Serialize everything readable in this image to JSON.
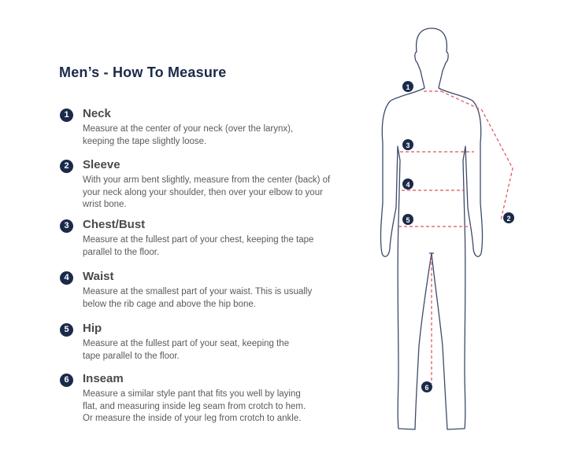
{
  "title": "Men’s - How To Measure",
  "items": [
    {
      "num": "1",
      "heading": "Neck",
      "description": "Measure at the center of your neck (over the larynx),\nkeeping the tape slightly loose."
    },
    {
      "num": "2",
      "heading": "Sleeve",
      "description": "With your arm bent slightly, measure from the center (back) of\nyour neck along your shoulder, then over your elbow to your\nwrist bone."
    },
    {
      "num": "3",
      "heading": "Chest/Bust",
      "description": "Measure at the fullest part of your chest, keeping the tape\nparallel to the floor."
    },
    {
      "num": "4",
      "heading": "Waist",
      "description": "Measure at the smallest part of your waist. This is usually\nbelow the rib cage and above the hip bone."
    },
    {
      "num": "5",
      "heading": "Hip",
      "description": "Measure at the fullest part of your seat, keeping the\ntape parallel to the floor."
    },
    {
      "num": "6",
      "heading": "Inseam",
      "description": "Measure a similar style pant that fits you well by laying\nflat, and measuring inside leg seam from crotch to hem.\nOr measure the inside of your leg from crotch to ankle."
    }
  ],
  "figure_markers": [
    "1",
    "2",
    "3",
    "4",
    "5",
    "6"
  ],
  "colors": {
    "navy": "#1b2a4a",
    "measure_line": "#e0505a",
    "outline": "#3d4a6a"
  }
}
